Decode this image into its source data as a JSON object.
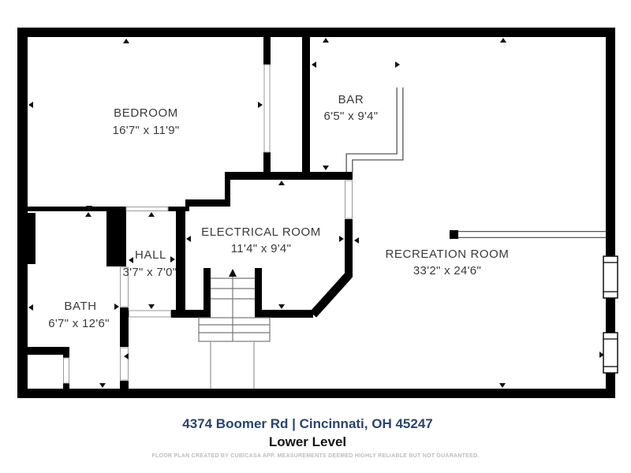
{
  "floor_plan": {
    "rooms": [
      {
        "name": "BEDROOM",
        "dims": "16'7\" x 11'9\""
      },
      {
        "name": "BAR",
        "dims": "6'5\" x 9'4\""
      },
      {
        "name": "ELECTRICAL ROOM",
        "dims": "11'4\" x 9'4\""
      },
      {
        "name": "RECREATION ROOM",
        "dims": "33'2\" x 24'6\""
      },
      {
        "name": "HALL",
        "dims": "3'7\" x 7'0\""
      },
      {
        "name": "BATH",
        "dims": "6'7\" x 12'6\""
      }
    ],
    "features": [
      "stairs-up",
      "bar-counter",
      "railing",
      "windows"
    ]
  },
  "footer": {
    "address": "4374 Boomer Rd | Cincinnati, OH 45247",
    "level": "Lower Level",
    "disclaimer": "FLOOR PLAN CREATED BY CUBICASA APP. MEASUREMENTS DEEMED HIGHLY RELIABLE BUT NOT GUARANTEED."
  },
  "colors": {
    "wall": "#000000",
    "label": "#3a3a3a",
    "address_accent": "#2a4470",
    "disclaimer_gray": "#bdbdbd"
  }
}
